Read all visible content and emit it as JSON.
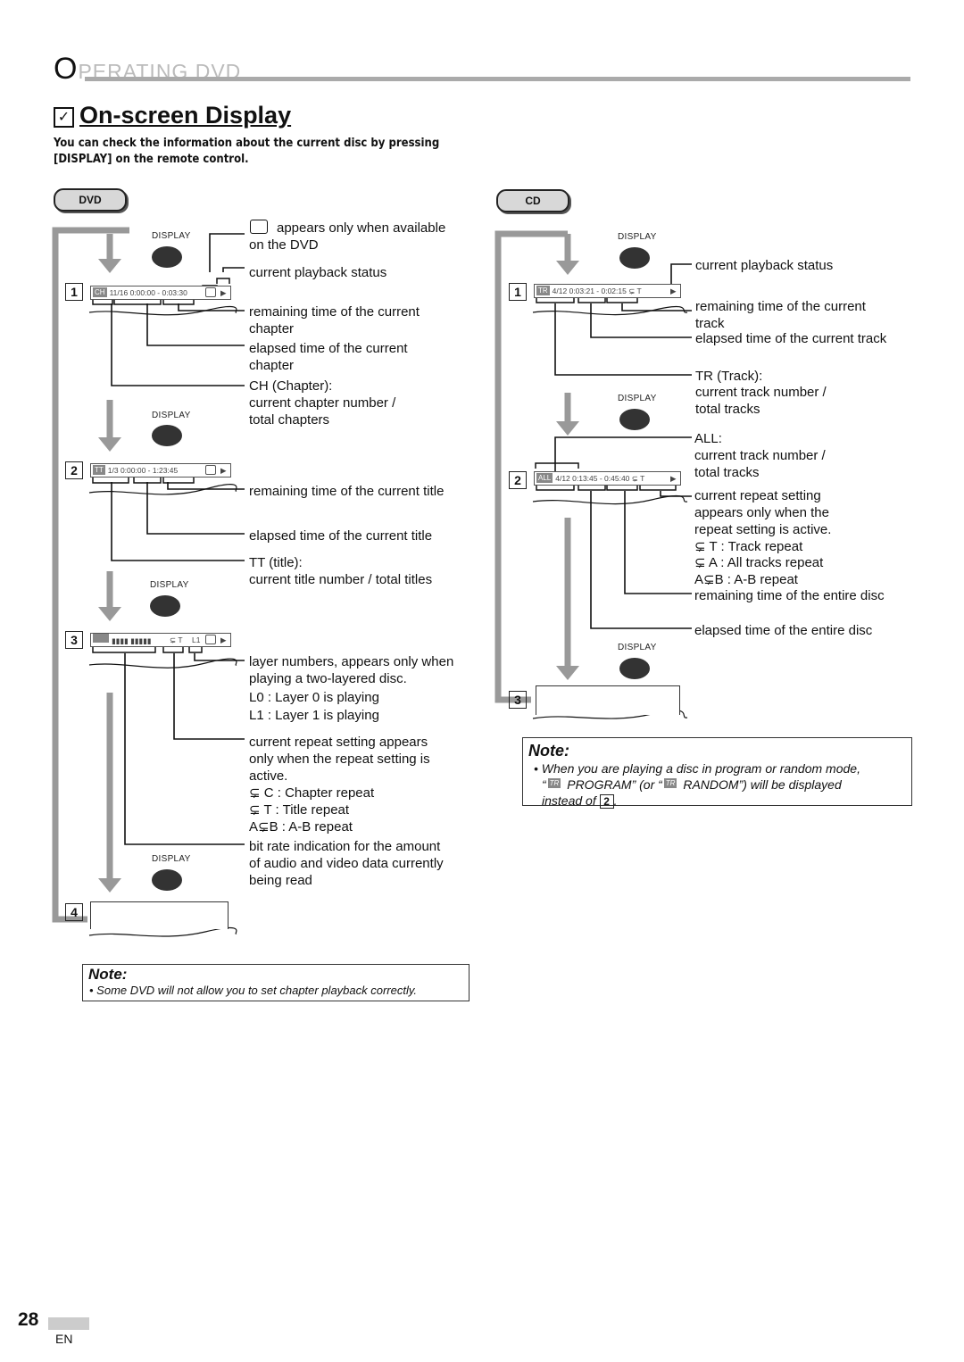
{
  "header": {
    "section_first_letter": "O",
    "section_rest": "PERATING DVD"
  },
  "title": {
    "check": "✓",
    "text": "On-screen Display"
  },
  "intro": "You can check the information about the current disc by pressing [DISPLAY] on the remote control.",
  "display_label": "DISPLAY",
  "dvd": {
    "tab": "DVD",
    "steps": [
      "1",
      "2",
      "3",
      "4"
    ],
    "osd1": {
      "tag": "CH",
      "text": "11/16  0:00:00 - 0:03:30",
      "play": "▶"
    },
    "osd2": {
      "tag": "TT",
      "text": "1/3    0:00:00 - 1:23:45",
      "play": "▶"
    },
    "osd3": {
      "bars": "▮▮▮▮ ▮▮▮▮▮",
      "repeat": "T",
      "layer": "L1",
      "play": "▶"
    },
    "labels": {
      "camera_1": "appears only when available",
      "camera_2": "on the DVD",
      "status": "current playback status",
      "ch_remaining_1": "remaining time of the current",
      "ch_remaining_2": "chapter",
      "ch_elapsed_1": "elapsed time of the current",
      "ch_elapsed_2": "chapter",
      "ch_1": "CH (Chapter):",
      "ch_2": "current chapter number /",
      "ch_3": "total chapters",
      "tt_remaining": "remaining time of the current title",
      "tt_elapsed": "elapsed time of the current title",
      "tt_1": "TT (title):",
      "tt_2": "current title number / total titles",
      "layer_1": "layer numbers, appears only when",
      "layer_2": "playing a two-layered disc.",
      "layer_l0": "L0     :  Layer 0 is playing",
      "layer_l1": "L1     :  Layer 1 is playing",
      "rep_1": "current repeat setting appears",
      "rep_2": "only when the repeat setting is",
      "rep_3": "active.",
      "rep_c": "⊊ C  :  Chapter repeat",
      "rep_t": "⊊ T  :  Title repeat",
      "rep_ab": "A⊊B :  A-B repeat",
      "bit_1": "bit rate indication for the amount",
      "bit_2": "of audio and video data currently",
      "bit_3": "being read"
    },
    "note": {
      "heading": "Note:",
      "text": "• Some DVD will not allow you to set chapter playback correctly."
    }
  },
  "cd": {
    "tab": "CD",
    "steps": [
      "1",
      "2",
      "3"
    ],
    "osd1": {
      "tag": "TR",
      "text": "4/12  0:03:21 - 0:02:15  ⊊ T",
      "play": "▶"
    },
    "osd2": {
      "tag": "ALL",
      "text": "4/12  0:13:45 - 0:45:40  ⊊ T",
      "play": "▶"
    },
    "labels": {
      "status": "current playback status",
      "tr_remaining_1": "remaining time of the current",
      "tr_remaining_2": "track",
      "tr_elapsed": "elapsed time of the current track",
      "tr_1": "TR (Track):",
      "tr_2": "current track number /",
      "tr_3": "total tracks",
      "all_1": "ALL:",
      "all_2": "current track number /",
      "all_3": "total tracks",
      "rep_1": "current repeat setting",
      "rep_2": "appears only when the",
      "rep_3": "repeat setting is active.",
      "rep_t": "⊊ T  :  Track repeat",
      "rep_a": "⊊ A  :  All tracks repeat",
      "rep_ab": "A⊊B :  A-B repeat",
      "disc_remaining": "remaining time of the entire disc",
      "disc_elapsed": "elapsed time of the entire disc"
    },
    "note": {
      "heading": "Note:",
      "line1": "• When you are playing a disc in program or random mode,",
      "line2_a": "“",
      "line2_tag1": "TR",
      "line2_b": " PROGRAM” (or “",
      "line2_tag2": "TR",
      "line2_c": " RANDOM”) will be displayed",
      "line3_a": "instead of ",
      "line3_step": "2",
      "line3_b": "."
    }
  },
  "footer": {
    "page": "28",
    "lang": "EN"
  }
}
